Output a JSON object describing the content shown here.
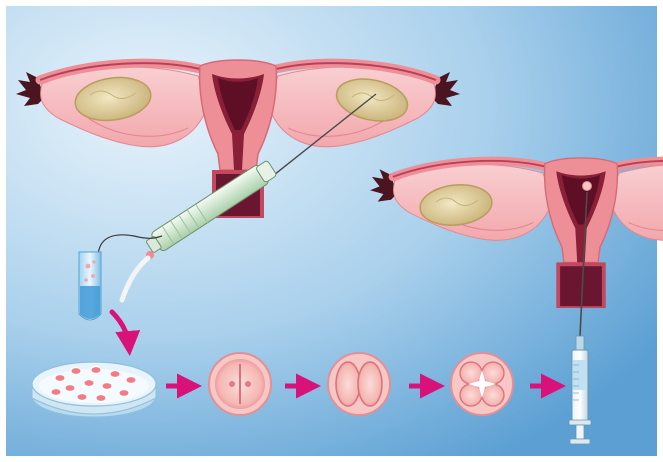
{
  "illustration": {
    "subject": "ivf-procedure",
    "colors": {
      "background_light": "#e6f2fa",
      "background_dark": "#6aa9d8",
      "uterus_pink": "#ee8f98",
      "uterus_light": "#f7c3c6",
      "uterus_dark": "#8a1f38",
      "fimbria": "#4a1420",
      "ovary": "#ddcc98",
      "arrow_magenta": "#d9127a",
      "cell_pink": "#f3a7a9",
      "dish_blue": "#cfe6f3",
      "syringe_green": "#cfe5cf",
      "tube_blue": "#4fa8dc"
    },
    "icons": [
      "uterus-icon",
      "ovary-icon",
      "needle-icon",
      "test-tube-icon",
      "petri-dish-icon",
      "embryo-icon",
      "syringe-icon",
      "arrow-icon"
    ],
    "embryo_stages": [
      "zygote",
      "two-cell",
      "four-cell"
    ]
  }
}
